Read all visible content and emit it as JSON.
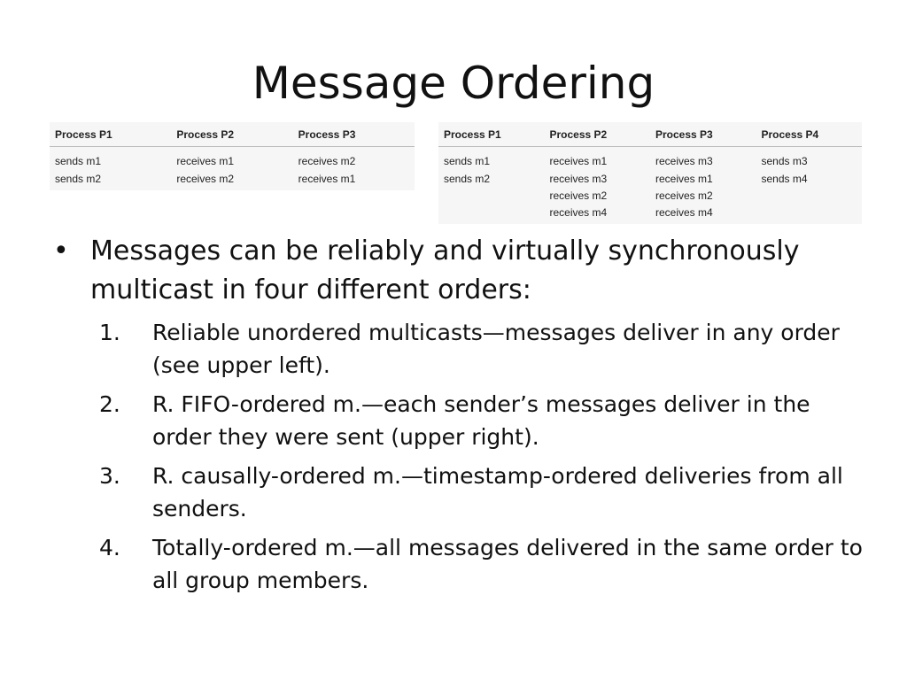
{
  "slide": {
    "title": "Message Ordering"
  },
  "table_left": {
    "headers": [
      "Process P1",
      "Process P2",
      "Process P3"
    ],
    "rows": [
      [
        "sends m1",
        "receives m1",
        "receives m2"
      ],
      [
        "sends m2",
        "receives m2",
        "receives m1"
      ]
    ]
  },
  "table_right": {
    "headers": [
      "Process P1",
      "Process P2",
      "Process P3",
      "Process P4"
    ],
    "rows": [
      [
        "sends m1",
        "receives m1",
        "receives m3",
        "sends m3"
      ],
      [
        "sends m2",
        "receives m3",
        "receives m1",
        "sends m4"
      ],
      [
        "",
        "receives m2",
        "receives m2",
        ""
      ],
      [
        "",
        "receives m4",
        "receives m4",
        ""
      ]
    ]
  },
  "bullets": {
    "main": {
      "marker": "•",
      "text": "Messages can be reliably and virtually synchronously multicast in four different orders:"
    },
    "items": [
      {
        "marker": "1.",
        "text": "Reliable unordered multicasts—messages deliver in any order (see upper left)."
      },
      {
        "marker": "2.",
        "text": "R. FIFO-ordered m.—each sender’s messages deliver in the order they were sent (upper right)."
      },
      {
        "marker": "3.",
        "text": "R. causally-ordered m.—timestamp-ordered deliveries from all senders."
      },
      {
        "marker": "4.",
        "text": "Totally-ordered m.—all messages delivered in the same order to all group members."
      }
    ]
  }
}
